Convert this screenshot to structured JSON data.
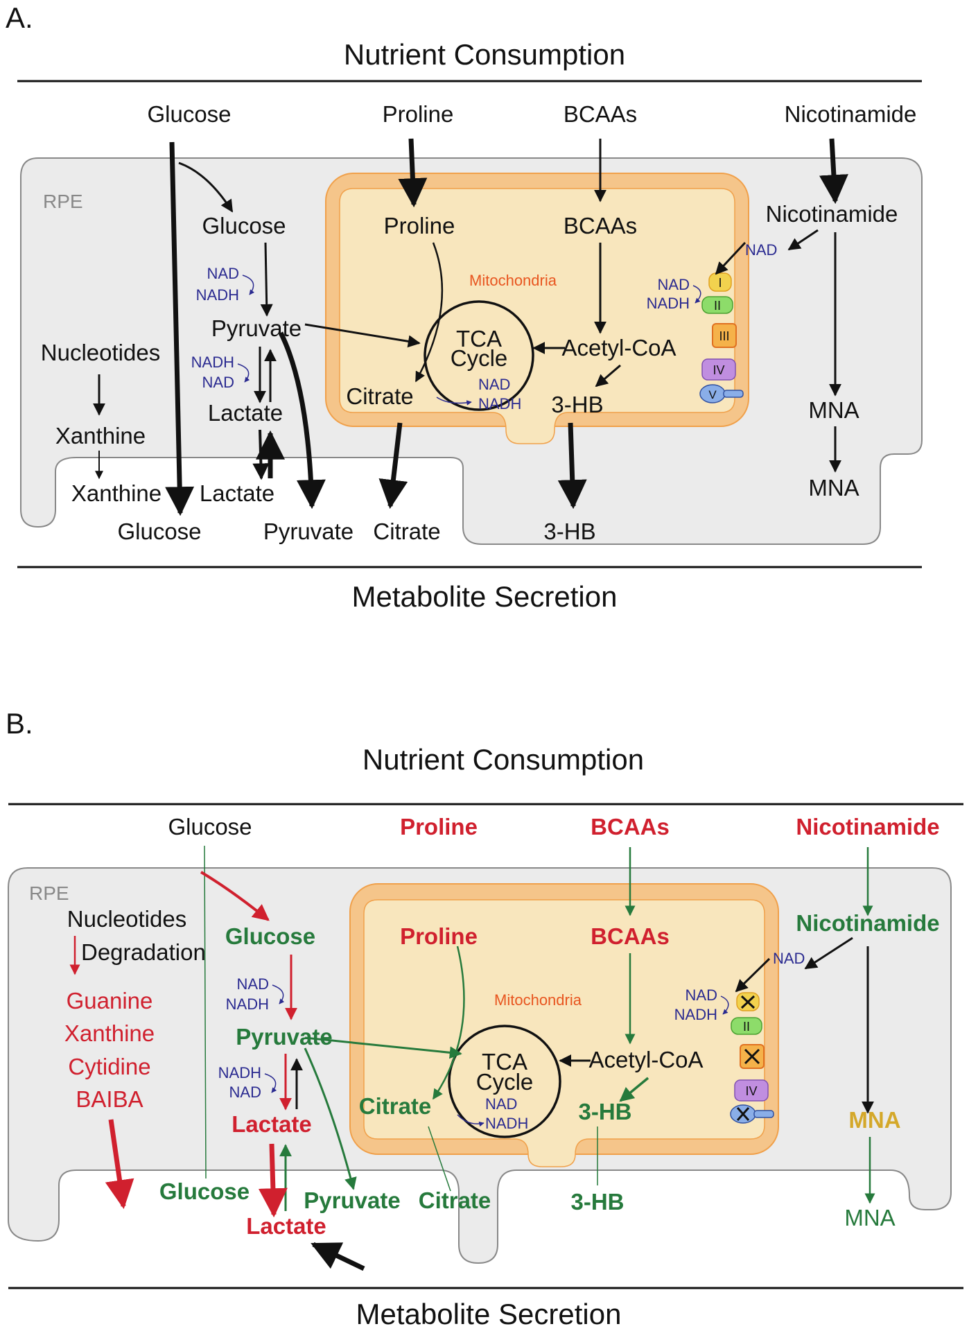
{
  "colors": {
    "red": "#d0202e",
    "green": "#267a3c",
    "gold": "#d4a82a",
    "blue_cofactor": "#2a2a90",
    "mito_text": "#e8551f",
    "cell_fill": "#ebebeb",
    "mito_fill": "#f8e6bd",
    "mito_stroke": "#f0a04a"
  },
  "panel_a": {
    "panel_label": "A.",
    "header_top": "Nutrient Consumption",
    "header_bottom": "Metabolite Secretion",
    "cell_label": "RPE",
    "mito_label": "Mitochondria",
    "inputs": {
      "glucose": "Glucose",
      "proline": "Proline",
      "bcaas": "BCAAs",
      "nicotinamide": "Nicotinamide"
    },
    "intracellular": {
      "glucose": "Glucose",
      "pyruvate": "Pyruvate",
      "lactate": "Lactate",
      "nucleotides": "Nucleotides",
      "xanthine": "Xanthine",
      "proline": "Proline",
      "bcaas": "BCAAs",
      "acetyl_coa": "Acetyl-CoA",
      "citrate": "Citrate",
      "three_hb": "3-HB",
      "nicotinamide": "Nicotinamide",
      "mna": "MNA",
      "tca_line1": "TCA",
      "tca_line2": "Cycle"
    },
    "cofactors": {
      "nad_glc": "NAD",
      "nadh_glc": "NADH",
      "nadh_lac": "NADH",
      "nad_lac": "NAD",
      "nad_tca": "NAD",
      "nadh_tca": "NADH",
      "nad_nam": "NAD",
      "nad_c1": "NAD",
      "nadh_c1": "NADH"
    },
    "complexes": {
      "c1": "I",
      "c2": "II",
      "c3": "III",
      "c4": "IV",
      "c5": "V"
    },
    "outputs": {
      "xanthine": "Xanthine",
      "lactate": "Lactate",
      "glucose": "Glucose",
      "pyruvate": "Pyruvate",
      "citrate": "Citrate",
      "three_hb": "3-HB",
      "mna": "MNA"
    }
  },
  "panel_b": {
    "panel_label": "B.",
    "header_top": "Nutrient Consumption",
    "header_bottom": "Metabolite Secretion",
    "cell_label": "RPE",
    "mito_label": "Mitochondria",
    "inputs": {
      "glucose": "Glucose",
      "proline": "Proline",
      "bcaas": "BCAAs",
      "nicotinamide": "Nicotinamide"
    },
    "intracellular": {
      "nucleotides": "Nucleotides",
      "degradation": "Degradation",
      "guanine": "Guanine",
      "xanthine": "Xanthine",
      "cytidine": "Cytidine",
      "baiba": "BAIBA",
      "glucose": "Glucose",
      "pyruvate": "Pyruvate",
      "lactate": "Lactate",
      "proline": "Proline",
      "bcaas": "BCAAs",
      "acetyl_coa": "Acetyl-CoA",
      "citrate": "Citrate",
      "three_hb": "3-HB",
      "nicotinamide": "Nicotinamide",
      "mna": "MNA",
      "tca_line1": "TCA",
      "tca_line2": "Cycle"
    },
    "cofactors": {
      "nad_glc": "NAD",
      "nadh_glc": "NADH",
      "nadh_lac": "NADH",
      "nad_lac": "NAD",
      "nad_tca": "NAD",
      "nadh_tca": "NADH",
      "nad_nam": "NAD",
      "nad_c1": "NAD",
      "nadh_c1": "NADH"
    },
    "complexes": {
      "c2": "II",
      "c4": "IV"
    },
    "outputs": {
      "glucose": "Glucose",
      "lactate": "Lactate",
      "pyruvate": "Pyruvate",
      "citrate": "Citrate",
      "three_hb": "3-HB",
      "mna": "MNA"
    }
  }
}
